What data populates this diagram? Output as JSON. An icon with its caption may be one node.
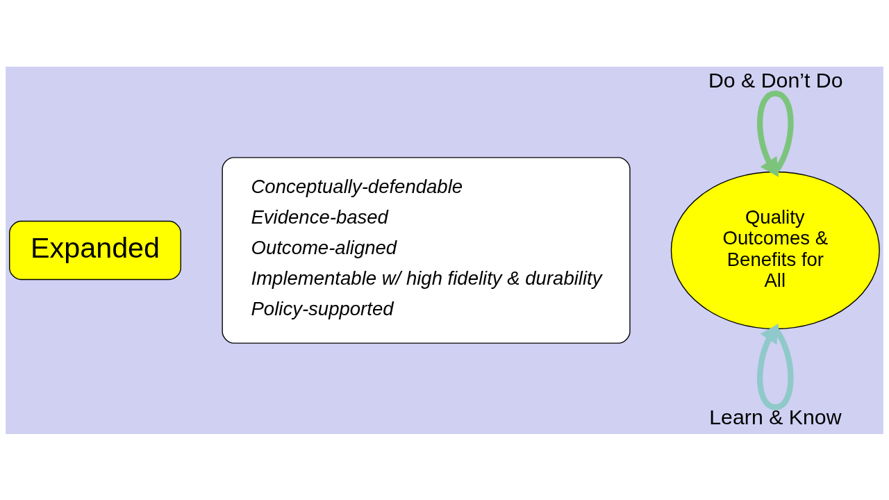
{
  "diagram": {
    "nodes": [
      {
        "text": [
          "Expanded"
        ]
      },
      {
        "text": [
          "Conceptually-defendable",
          "Evidence-based",
          "Outcome-aligned",
          "Implementable w/ high fidelity & durability",
          "Policy-supported"
        ]
      },
      {
        "text": [
          "Quality Outcomes & Benefits for All"
        ]
      }
    ],
    "edges": [
      {
        "from": 2,
        "to": 2,
        "arrow": "to",
        "label": "Do & Don’t Do",
        "color": "#7cc47c"
      },
      {
        "from": 2,
        "to": 2,
        "arrow": "to",
        "label": "Learn & Know",
        "color": "#8fc9c9"
      }
    ]
  }
}
